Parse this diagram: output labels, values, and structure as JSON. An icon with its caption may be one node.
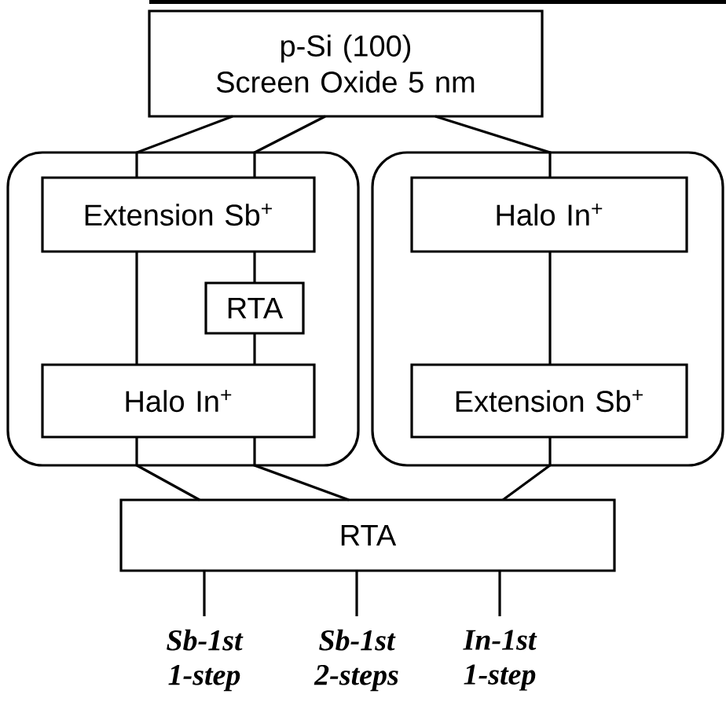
{
  "diagram": {
    "nodes": [
      {
        "text": [
          "p-Si (100)",
          "Screen Oxide 5 nm"
        ]
      },
      {
        "text": [],
        "shape": "box"
      },
      {
        "text": [
          "Extension Sb$^{+}$"
        ],
        "in": 1
      },
      {
        "text": [
          "RTA"
        ],
        "in": 1
      },
      {
        "text": [
          "Halo In$^{+}$"
        ],
        "in": 1
      },
      {
        "text": [],
        "shape": "box"
      },
      {
        "text": [
          "Halo In$^{+}$"
        ],
        "in": 5
      },
      {
        "text": [
          "Extension Sb$^{+}$"
        ],
        "in": 5
      },
      {
        "text": [
          "RTA"
        ]
      },
      {
        "text": [
          "Sb-1st 1-step"
        ]
      },
      {
        "text": [
          "Sb-1st 2-steps"
        ]
      },
      {
        "text": [
          "In-1st 1-step"
        ]
      }
    ],
    "edges": [
      {
        "from": 0,
        "to": 2,
        "arrow": "none"
      },
      {
        "from": 0,
        "to": 2,
        "arrow": "none"
      },
      {
        "from": 0,
        "to": 6,
        "arrow": "none"
      },
      {
        "from": 2,
        "to": 4,
        "arrow": "none"
      },
      {
        "from": 2,
        "to": 3,
        "arrow": "none"
      },
      {
        "from": 3,
        "to": 4,
        "arrow": "none"
      },
      {
        "from": 6,
        "to": 7,
        "arrow": "none"
      },
      {
        "from": 4,
        "to": 8,
        "arrow": "none"
      },
      {
        "from": 4,
        "to": 8,
        "arrow": "none"
      },
      {
        "from": 7,
        "to": 8,
        "arrow": "none"
      },
      {
        "from": 8,
        "to": 9,
        "arrow": "none"
      },
      {
        "from": 8,
        "to": 10,
        "arrow": "none"
      },
      {
        "from": 8,
        "to": 11,
        "arrow": "none"
      }
    ]
  }
}
